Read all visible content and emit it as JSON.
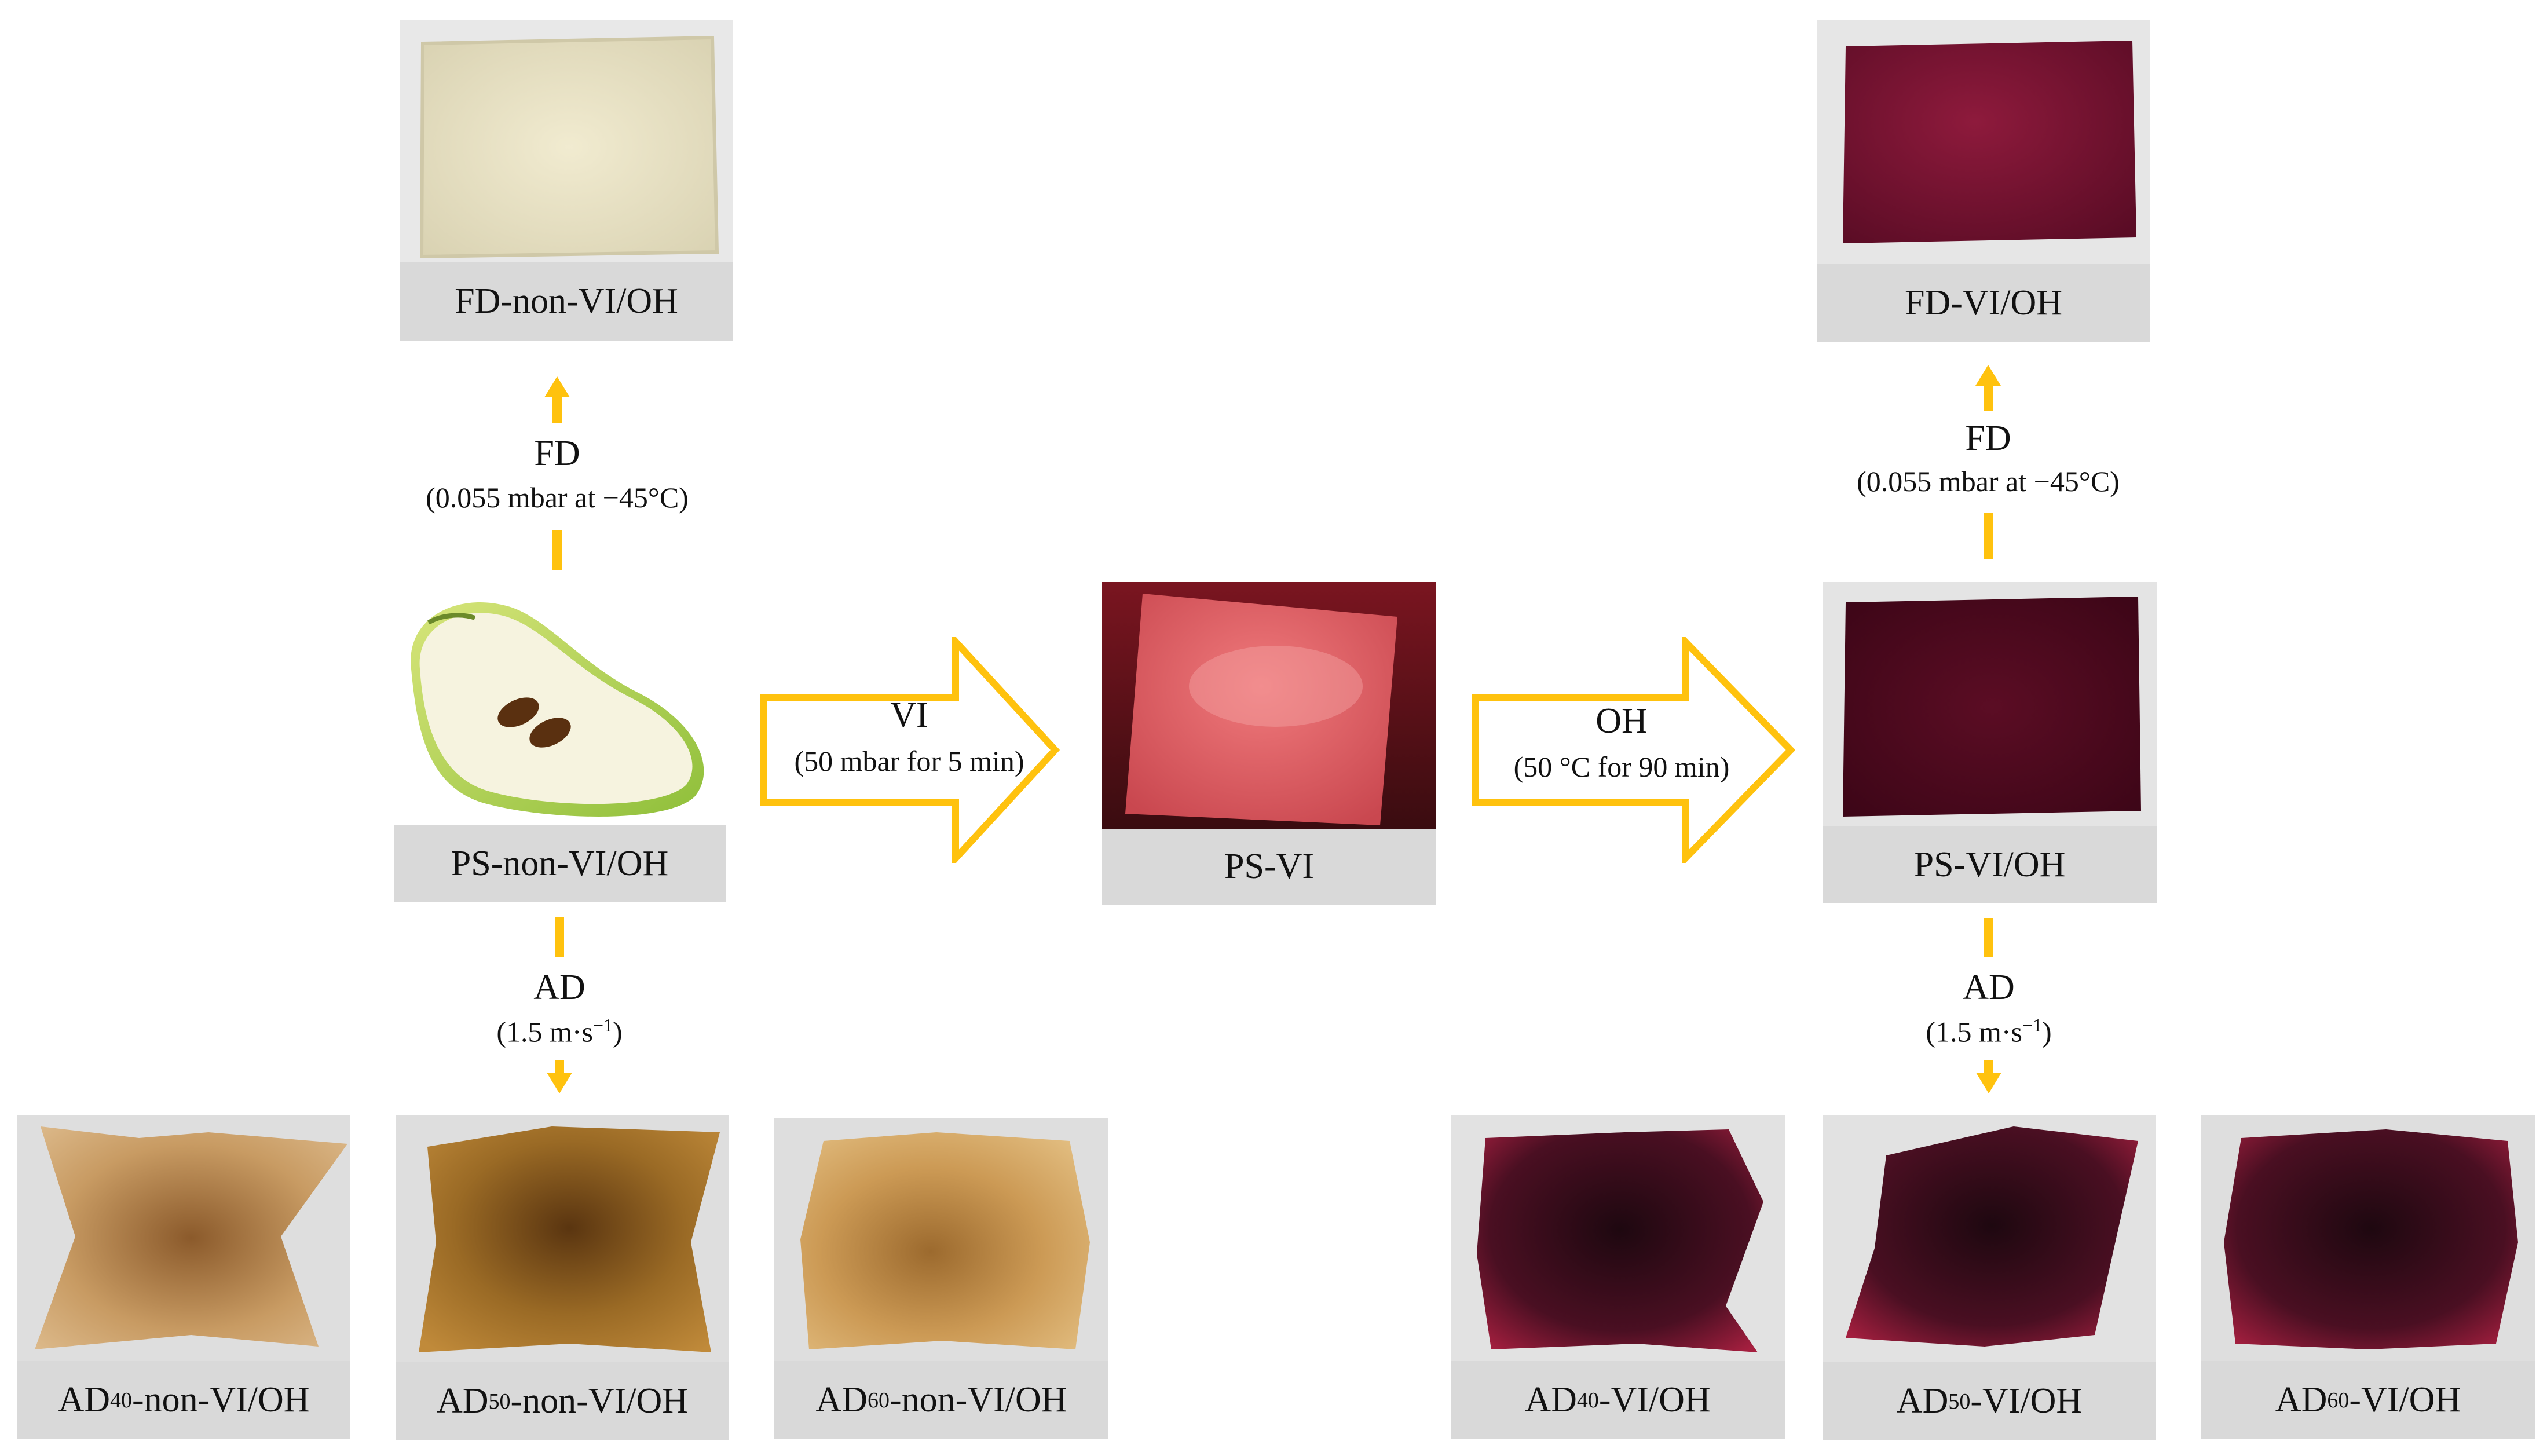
{
  "colors": {
    "arrow": "#FFC20E",
    "label_bg": "#D9D9D9"
  },
  "samples": {
    "fd_non": {
      "label": "FD-non-VI/OH"
    },
    "fd_vi": {
      "label": "FD-VI/OH"
    },
    "ps_non": {
      "label": "PS-non-VI/OH"
    },
    "ps_vi": {
      "label": "PS-VI"
    },
    "ps_vioh": {
      "label": "PS-VI/OH"
    },
    "ad40_non": {
      "pre": "AD",
      "sub": "40",
      "post": "-non-VI/OH"
    },
    "ad50_non": {
      "pre": "AD",
      "sub": "50",
      "post": "-non-VI/OH"
    },
    "ad60_non": {
      "pre": "AD",
      "sub": "60",
      "post": "-non-VI/OH"
    },
    "ad40_vi": {
      "pre": "AD",
      "sub": "40",
      "post": "-VI/OH"
    },
    "ad50_vi": {
      "pre": "AD",
      "sub": "50",
      "post": "-VI/OH"
    },
    "ad60_vi": {
      "pre": "AD",
      "sub": "60",
      "post": "-VI/OH"
    }
  },
  "steps": {
    "fd_left": {
      "name": "FD",
      "cond": "(0.055 mbar at −45°C)"
    },
    "fd_right": {
      "name": "FD",
      "cond": "(0.055 mbar at −45°C)"
    },
    "ad_left": {
      "name": "AD",
      "cond_pre": "(1.5 m·s",
      "cond_sup": "−1",
      "cond_post": ")"
    },
    "ad_right": {
      "name": "AD",
      "cond_pre": "(1.5 m·s",
      "cond_sup": "−1",
      "cond_post": ")"
    },
    "vi": {
      "name": "VI",
      "cond": "(50 mbar for 5 min)"
    },
    "oh": {
      "name": "OH",
      "cond": "(50 °C for 90 min)"
    }
  }
}
